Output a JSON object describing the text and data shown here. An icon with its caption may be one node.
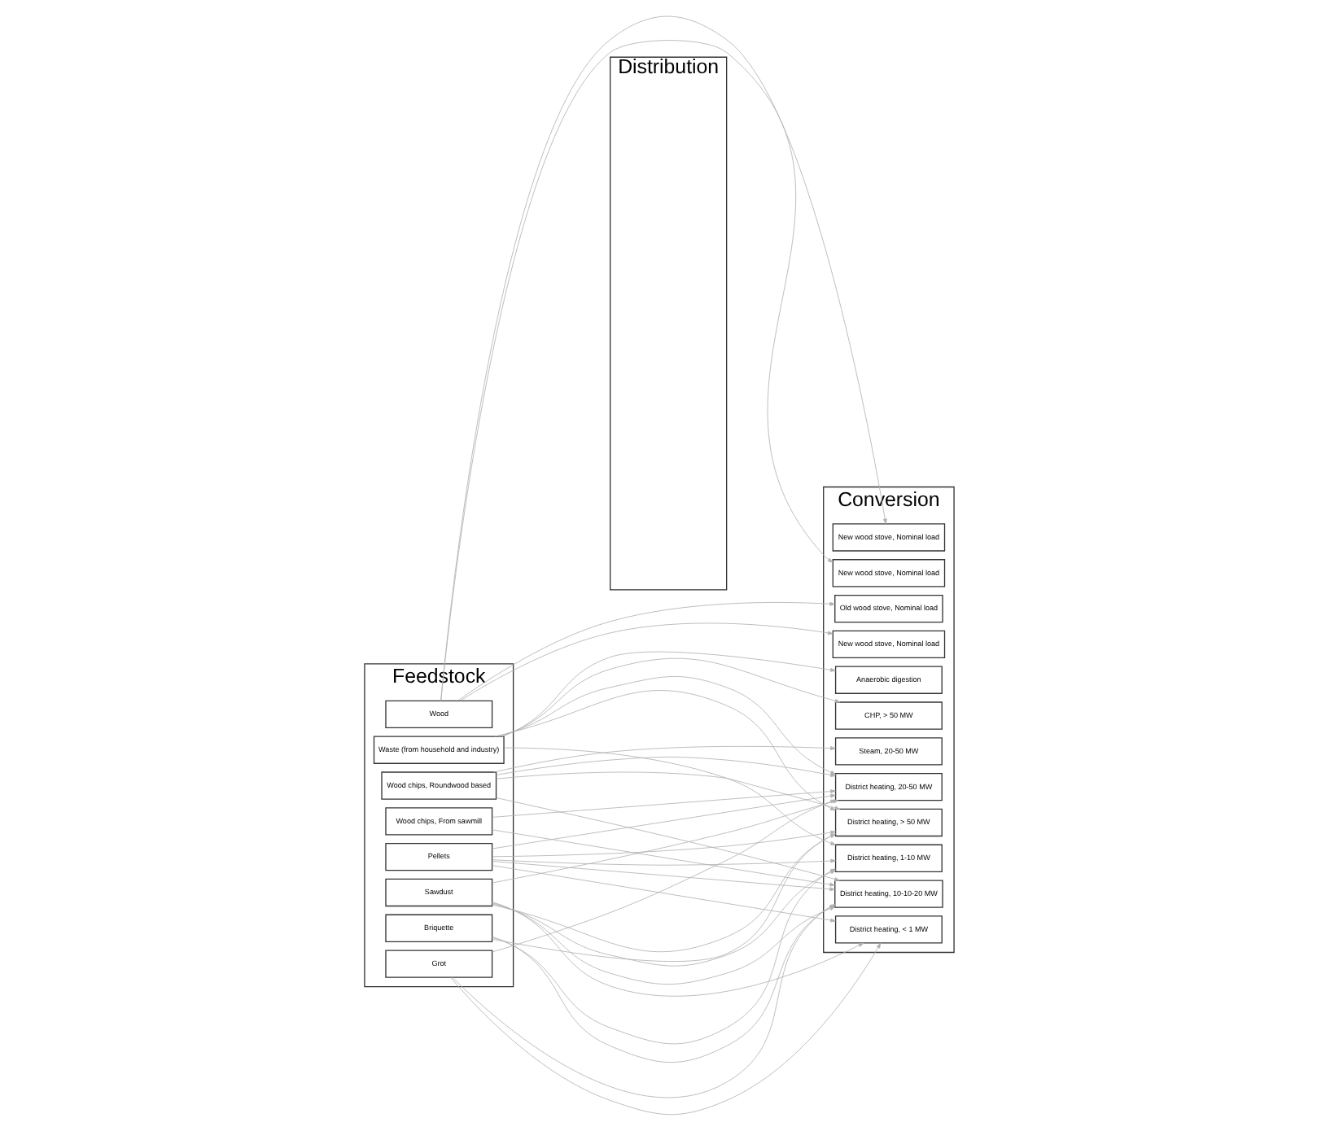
{
  "diagram": {
    "nodes": [
      {
        "text": [
          "Feedstock"
        ]
      },
      {
        "text": [
          "Distribution"
        ]
      },
      {
        "text": [
          "Conversion"
        ]
      },
      {
        "text": [
          "Wood"
        ],
        "in": 0
      },
      {
        "text": [
          "Waste (from household and industry)"
        ],
        "in": 0
      },
      {
        "text": [
          "Wood chips, Roundwood based"
        ],
        "in": 0
      },
      {
        "text": [
          "Wood chips, From sawmill"
        ],
        "in": 0
      },
      {
        "text": [
          "Pellets"
        ],
        "in": 0
      },
      {
        "text": [
          "Sawdust"
        ],
        "in": 0
      },
      {
        "text": [
          "Briquette"
        ],
        "in": 0
      },
      {
        "text": [
          "Grot"
        ],
        "in": 0
      },
      {
        "text": [
          "Old wood stove, Nominal load"
        ],
        "in": 2
      },
      {
        "text": [
          "New wood stove, Nominal load"
        ],
        "in": 2
      },
      {
        "text": [
          "New wood stove, Nominal load"
        ],
        "in": 2
      },
      {
        "text": [
          "New wood stove, Nominal load"
        ],
        "in": 2
      },
      {
        "text": [
          "CHP, > 50 MW"
        ],
        "in": 2
      },
      {
        "text": [
          "Steam, 20-50 MW"
        ],
        "in": 2
      },
      {
        "text": [
          "District heating, > 50 MW"
        ],
        "in": 2
      },
      {
        "text": [
          "District heating, 20-50 MW"
        ],
        "in": 2
      },
      {
        "text": [
          "District heating, 10-10-20 MW"
        ],
        "in": 2
      },
      {
        "text": [
          "District heating, 1-10 MW"
        ],
        "in": 2
      },
      {
        "text": [
          "District heating, < 1 MW"
        ],
        "in": 2
      },
      {
        "text": [
          "Anaerobic digestion"
        ],
        "in": 2
      }
    ],
    "edges": [
      {
        "from": 3,
        "to": 11,
        "arrow": "to"
      },
      {
        "from": 3,
        "to": 12,
        "arrow": "to"
      },
      {
        "from": 3,
        "to": 13,
        "arrow": "to"
      },
      {
        "from": 3,
        "to": 14,
        "arrow": "to"
      },
      {
        "from": 4,
        "to": 15,
        "arrow": "to"
      },
      {
        "from": 4,
        "to": 17,
        "arrow": "to"
      },
      {
        "from": 4,
        "to": 18,
        "arrow": "to"
      },
      {
        "from": 4,
        "to": 20,
        "arrow": "to"
      },
      {
        "from": 4,
        "to": 22,
        "arrow": "to"
      },
      {
        "from": 5,
        "to": 16,
        "arrow": "to"
      },
      {
        "from": 5,
        "to": 17,
        "arrow": "to"
      },
      {
        "from": 5,
        "to": 18,
        "arrow": "to"
      },
      {
        "from": 5,
        "to": 19,
        "arrow": "to"
      },
      {
        "from": 6,
        "to": 18,
        "arrow": "to"
      },
      {
        "from": 6,
        "to": 19,
        "arrow": "to"
      },
      {
        "from": 7,
        "to": 17,
        "arrow": "to"
      },
      {
        "from": 7,
        "to": 18,
        "arrow": "to"
      },
      {
        "from": 7,
        "to": 19,
        "arrow": "to"
      },
      {
        "from": 7,
        "to": 20,
        "arrow": "to"
      },
      {
        "from": 7,
        "to": 21,
        "arrow": "to"
      },
      {
        "from": 8,
        "to": 17,
        "arrow": "to"
      },
      {
        "from": 8,
        "to": 18,
        "arrow": "to"
      },
      {
        "from": 8,
        "to": 19,
        "arrow": "to"
      },
      {
        "from": 8,
        "to": 20,
        "arrow": "to"
      },
      {
        "from": 8,
        "to": 21,
        "arrow": "to"
      },
      {
        "from": 9,
        "to": 17,
        "arrow": "to"
      },
      {
        "from": 9,
        "to": 19,
        "arrow": "to"
      },
      {
        "from": 9,
        "to": 20,
        "arrow": "to"
      },
      {
        "from": 10,
        "to": 18,
        "arrow": "to"
      },
      {
        "from": 10,
        "to": 19,
        "arrow": "to"
      },
      {
        "from": 10,
        "to": 21,
        "arrow": "to"
      }
    ]
  }
}
